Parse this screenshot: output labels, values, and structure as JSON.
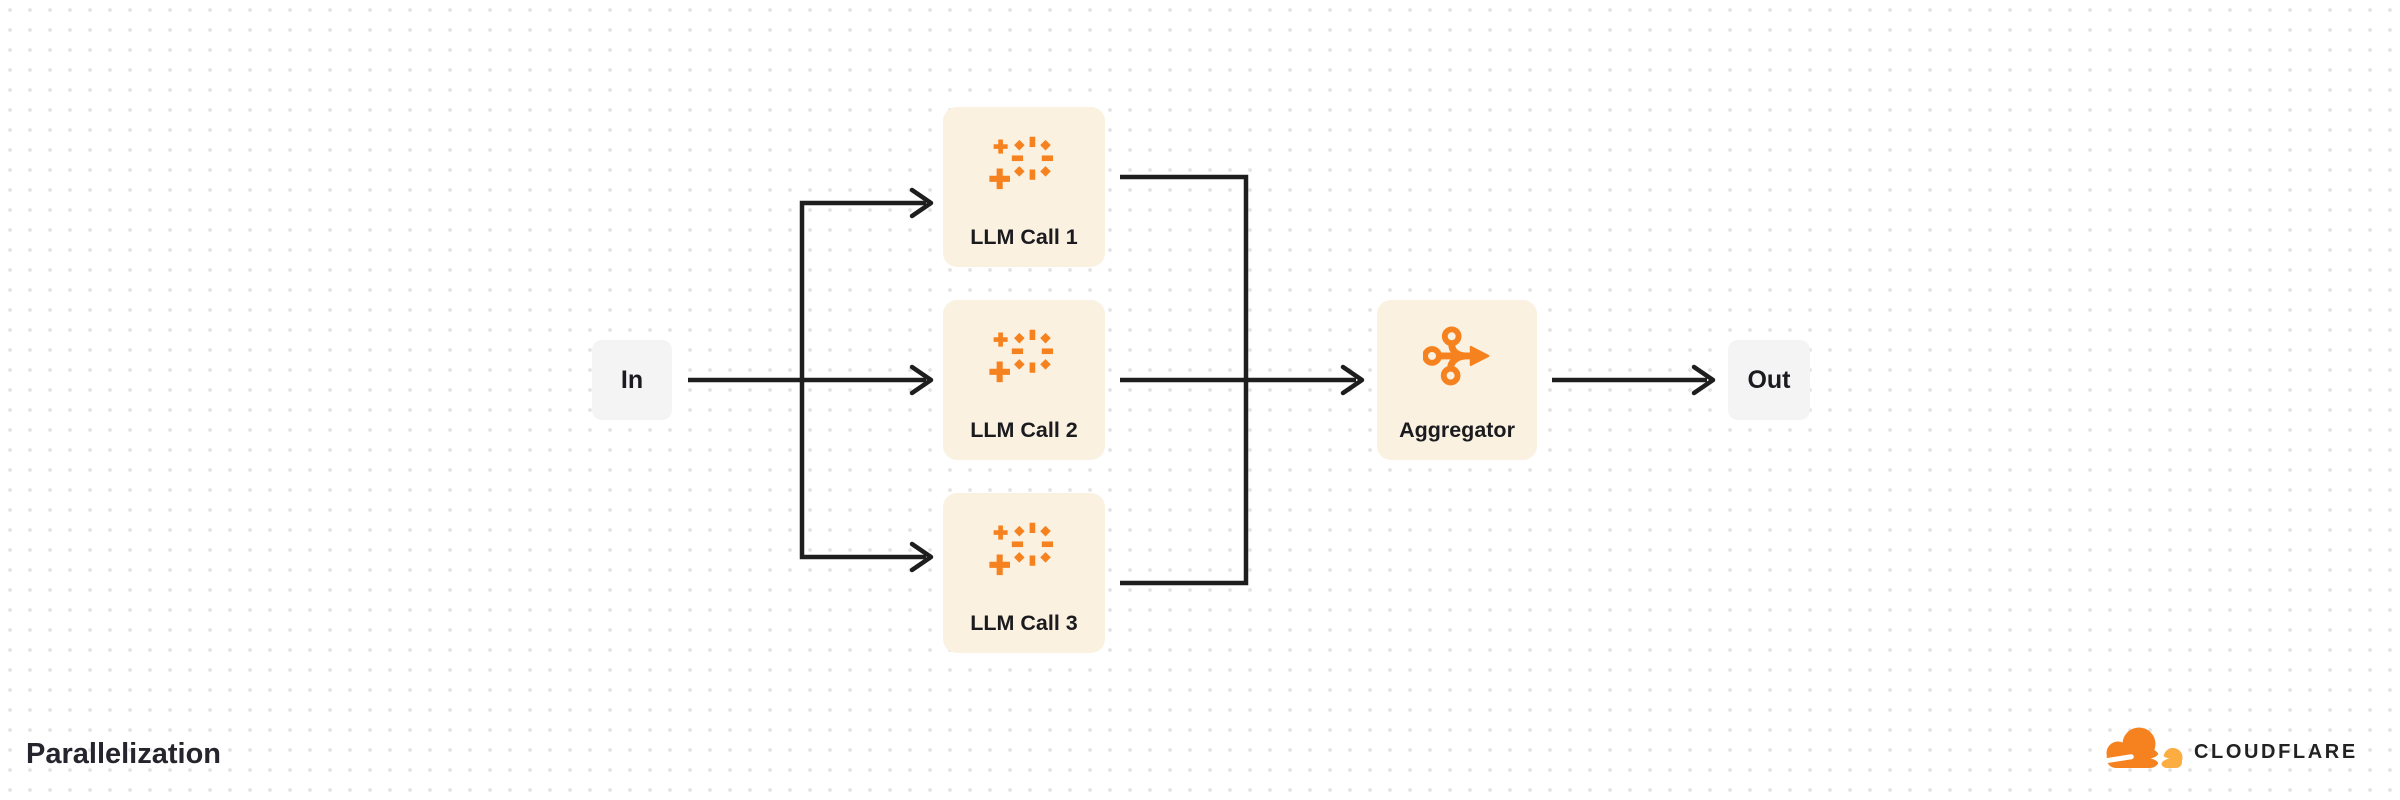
{
  "title": "Parallelization",
  "brand": {
    "wordmark": "CLOUDFLARE",
    "logo": "cloudflare-cloud-logo"
  },
  "theme": {
    "colors": {
      "accent": "#F6821F",
      "accent-light": "#FBAD41",
      "task-bg": "#FAF1E1",
      "endpoint-bg": "#F4F4F5",
      "line": "#1E1E1E",
      "text": "#1B1B1F",
      "dot": "#E4E4E4",
      "bg": "#FFFFFF"
    },
    "background_pattern": "dot-grid-20px"
  },
  "diagram": {
    "type": "workflow-flowchart",
    "nodes": {
      "in": {
        "label": "In",
        "type": "endpoint"
      },
      "llm1": {
        "label": "LLM Call 1",
        "type": "llm-task",
        "icon": "sparkle-icon"
      },
      "llm2": {
        "label": "LLM Call 2",
        "type": "llm-task",
        "icon": "sparkle-icon"
      },
      "llm3": {
        "label": "LLM Call 3",
        "type": "llm-task",
        "icon": "sparkle-icon"
      },
      "aggregator": {
        "label": "Aggregator",
        "type": "task",
        "icon": "merge-icon"
      },
      "out": {
        "label": "Out",
        "type": "endpoint"
      }
    },
    "edges": [
      {
        "from": "in",
        "to": "llm1"
      },
      {
        "from": "in",
        "to": "llm2"
      },
      {
        "from": "in",
        "to": "llm3"
      },
      {
        "from": "llm1",
        "to": "aggregator"
      },
      {
        "from": "llm2",
        "to": "aggregator"
      },
      {
        "from": "llm3",
        "to": "aggregator"
      },
      {
        "from": "aggregator",
        "to": "out"
      }
    ]
  }
}
